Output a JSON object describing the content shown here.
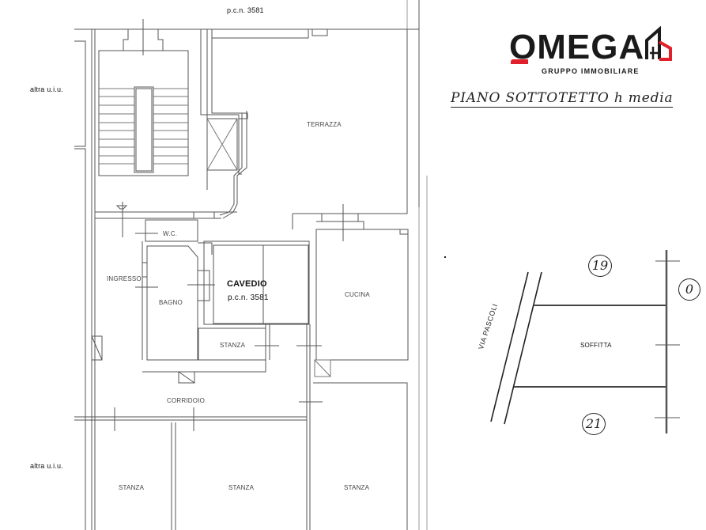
{
  "logo": {
    "brand": "OMEGA",
    "subtitle": "GRUPPO IMMOBILIARE",
    "colors": {
      "dark": "#1a1a1a",
      "accent": "#e0202a"
    }
  },
  "floor_title": "PIANO SOTTOTETTO h media",
  "plan": {
    "top_neighbor": "p.c.n. 3581",
    "other_unit_top": "altra u.i.u.",
    "other_unit_bottom": "altra u.i.u.",
    "rooms": {
      "terrace": "TERRAZZA",
      "wc": "W.C.",
      "entrance": "INGRESSO",
      "bathroom": "BAGNO",
      "courtyard": "CAVEDIO",
      "courtyard_parcel": "p.c.n. 3581",
      "kitchen": "CUCINA",
      "room_small": "STANZA",
      "corridor": "CORRIDOIO",
      "room_1": "STANZA",
      "room_2": "STANZA",
      "room_3": "STANZA"
    }
  },
  "location_map": {
    "street": "VIA PASCOLI",
    "attic": "SOFFITTA",
    "civic_numbers": {
      "north": "19",
      "east": "0",
      "south": "21"
    }
  }
}
